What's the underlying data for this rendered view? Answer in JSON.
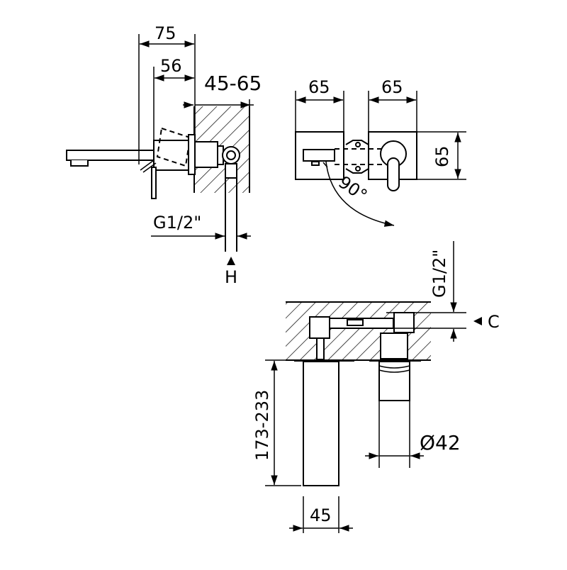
{
  "side_view": {
    "dim_total_depth": "75",
    "dim_spout_depth": "56",
    "dim_wall_range": "45-65",
    "dim_thread": "G1/2\"",
    "label_section": "H"
  },
  "top_view": {
    "dim_left_width": "65",
    "dim_right_width": "65",
    "dim_height": "65",
    "dim_rotation": "90°"
  },
  "front_view": {
    "dim_thread": "G1/2\"",
    "label_detail": "C",
    "dim_spout_height": "173-233",
    "dim_spout_width": "45",
    "dim_handle_diameter": "Ø42"
  }
}
